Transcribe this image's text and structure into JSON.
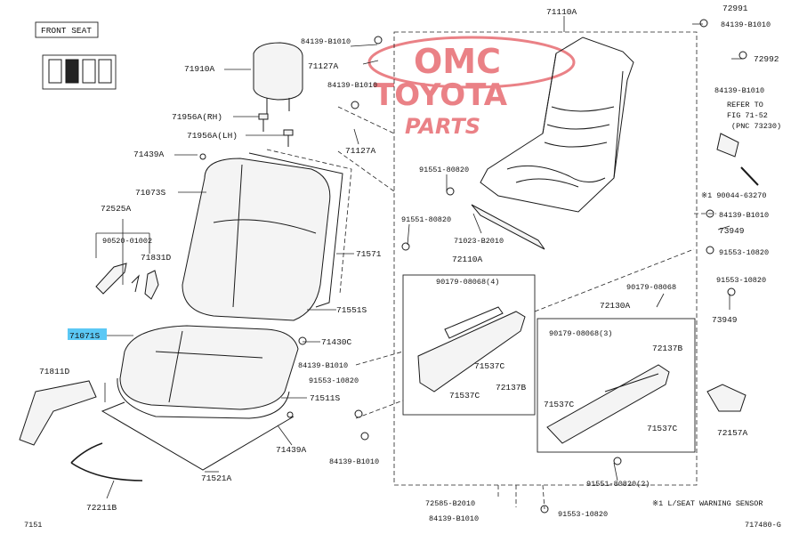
{
  "title_box": "FRONT SEAT",
  "figure_number": "7151",
  "figure_code": "717480-G",
  "footnote": "※1 L/SEAT WARNING SENSOR",
  "watermark": {
    "line1": "OMC",
    "line2": "TOYOTA",
    "line3": "PARTS",
    "color": "#d91c24"
  },
  "highlight_color": "#5bc8f5",
  "refer_note": {
    "line1": "REFER TO",
    "line2": "FIG 71-52",
    "line3": "(PNC 73230)"
  },
  "parts": {
    "p71910A": "71910A",
    "p71956A_RH": "71956A(RH)",
    "p71956A_LH": "71956A(LH)",
    "p71439A_top": "71439A",
    "p71073S": "71073S",
    "p72525A": "72525A",
    "p90520": "90520-01002",
    "p71831D": "71831D",
    "p71571": "71571",
    "p71551S": "71551S",
    "p71071S": "71071S",
    "p71430C": "71430C",
    "p84139_left": "84139-B1010",
    "p71811D": "71811D",
    "p91553_left": "91553-10820",
    "p71511S": "71511S",
    "p71439A_bot": "71439A",
    "p84139_left2": "84139-B1010",
    "p71521A": "71521A",
    "p72211B": "72211B",
    "p84139_top": "84139-B1010",
    "p71127A_top": "71127A",
    "p84139_mid": "84139-B1010",
    "p71127A_bot": "71127A",
    "p71110A": "71110A",
    "p91551_a": "91551-80820",
    "p91551_b": "91551-80820",
    "p71023": "71023-B2010",
    "p72110A": "72110A",
    "p90179_4": "90179-08068(4)",
    "p71537C_a": "71537C",
    "p72137B_a": "72137B",
    "p71537C_b": "71537C",
    "p90179_single": "90179-08068",
    "p72130A": "72130A",
    "p90179_3": "90179-08068(3)",
    "p72137B_b": "72137B",
    "p71537C_c": "71537C",
    "p71537C_d": "71537C",
    "p91551_c": "91551-80820(2)",
    "p72585": "72585-B2010",
    "p84139_bot": "84139-B1010",
    "p91553_bot": "91553-10820",
    "p72991": "72991",
    "p84139_r1": "84139-B1010",
    "p72992": "72992",
    "p84139_r2": "84139-B1010",
    "p90044": "※1 90044-63270",
    "p84139_r3": "84139-B1010",
    "p73949_a": "73949",
    "p91553_r1": "91553-10820",
    "p91553_r2": "91553-10820",
    "p73949_b": "73949",
    "p72157A": "72157A"
  }
}
